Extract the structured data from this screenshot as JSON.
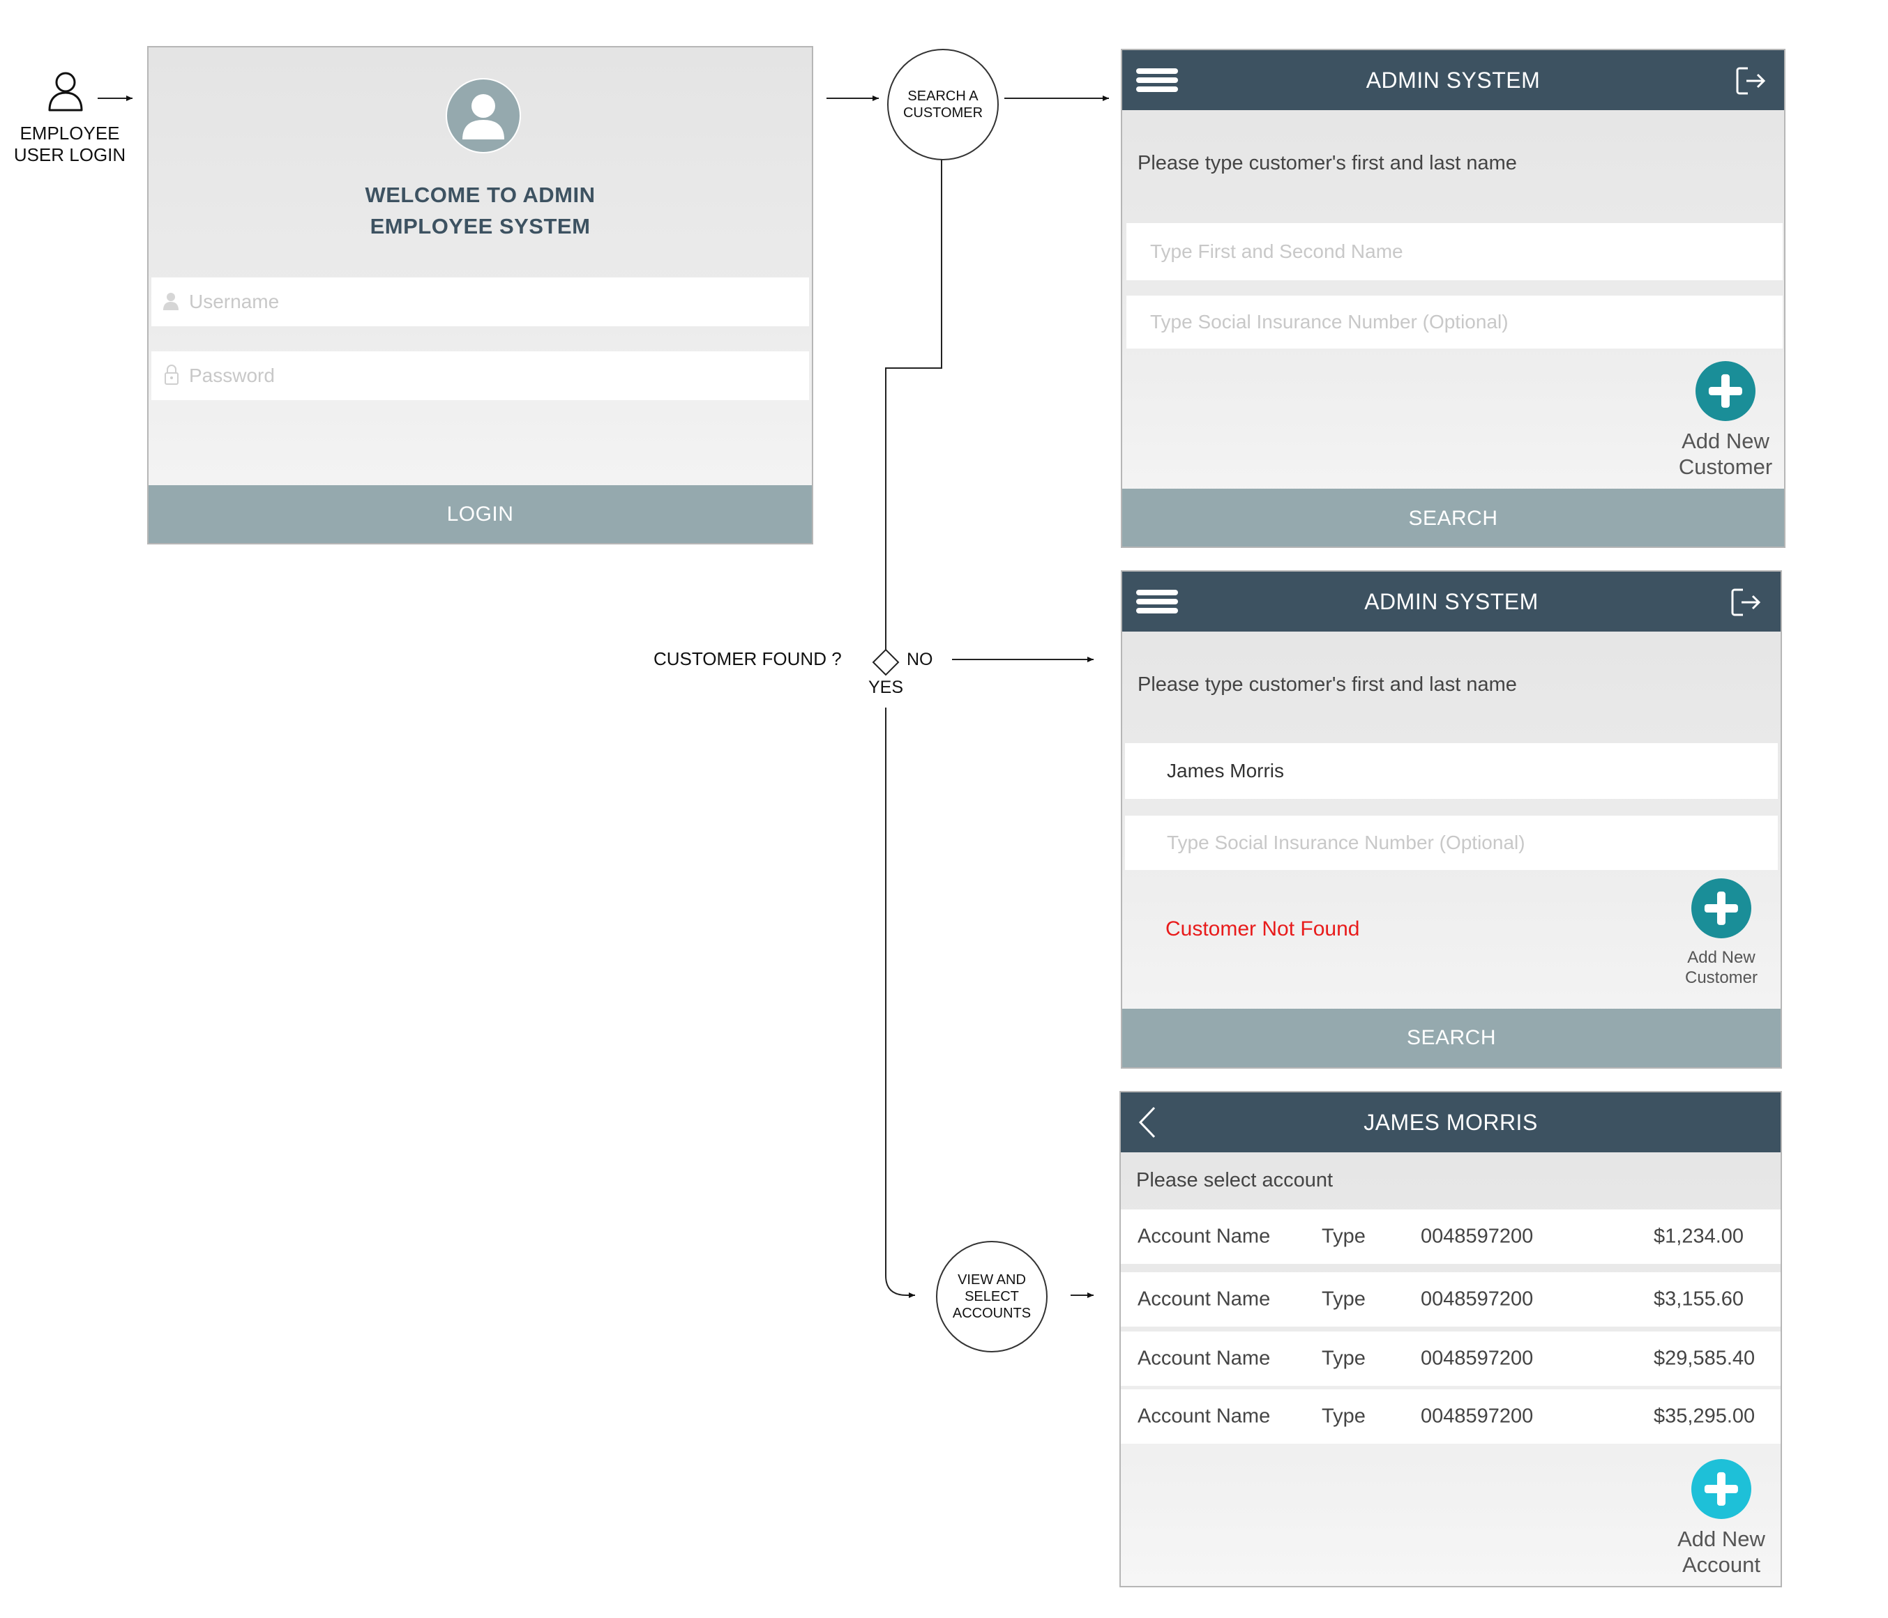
{
  "flow": {
    "employee_login_label": "EMPLOYEE\nUSER  LOGIN",
    "search_node": "SEARCH A\nCUSTOMER",
    "decision_question": "CUSTOMER FOUND ?",
    "decision_no": "NO",
    "decision_yes": "YES",
    "view_node": "VIEW AND\nSELECT\nACCOUNTS"
  },
  "login_screen": {
    "welcome_line1": "WELCOME TO ADMIN",
    "welcome_line2": "EMPLOYEE  SYSTEM",
    "username_placeholder": "Username",
    "password_placeholder": "Password",
    "login_label": "LOGIN"
  },
  "search_screen": {
    "title": "ADMIN SYSTEM",
    "prompt": "Please type customer's first and last name",
    "name_placeholder": "Type First and Second Name",
    "sin_placeholder": "Type Social Insurance Number (Optional)",
    "add_label": "Add New\nCustomer",
    "search_label": "SEARCH"
  },
  "not_found_screen": {
    "title": "ADMIN SYSTEM",
    "prompt": "Please type customer's first and last name",
    "name_value": "James Morris",
    "sin_placeholder": "Type Social Insurance Number (Optional)",
    "error_message": "Customer Not Found",
    "add_label": "Add New\nCustomer",
    "search_label": "SEARCH"
  },
  "accounts_screen": {
    "title": "JAMES MORRIS",
    "prompt": "Please select account",
    "rows": [
      {
        "name": "Account Name",
        "type": "Type",
        "number": "0048597200",
        "balance": "$1,234.00"
      },
      {
        "name": "Account Name",
        "type": "Type",
        "number": "0048597200",
        "balance": "$3,155.60"
      },
      {
        "name": "Account Name",
        "type": "Type",
        "number": "0048597200",
        "balance": "$29,585.40"
      },
      {
        "name": "Account Name",
        "type": "Type",
        "number": "0048597200",
        "balance": "$35,295.00"
      }
    ],
    "add_label": "Add New\nAccount"
  },
  "colors": {
    "header": "#3d5261",
    "button": "#95a9ae",
    "add_teal": "#1a8e98",
    "add_cyan": "#1ec0d8",
    "error": "#e81b1b"
  }
}
